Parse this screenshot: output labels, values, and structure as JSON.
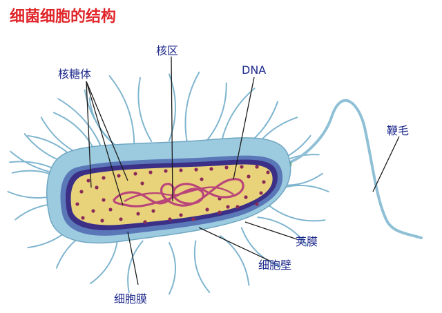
{
  "title": "细菌细胞的结构",
  "labels": {
    "ribosome": "核糖体",
    "nucleoid": "核区",
    "dna": "DNA",
    "flagellum": "鞭毛",
    "capsule": "荚膜",
    "cell_wall": "细胞壁",
    "cell_membrane": "细胞膜"
  },
  "colors": {
    "title": "#e0262b",
    "label": "#1f2a8c",
    "capsule": "#9ccbe0",
    "cell_wall": "#5a78b8",
    "cell_membrane": "#3b2f86",
    "cytoplasm": "#e9d37a",
    "ribosome": "#8a2a58",
    "dna": "#b9467a",
    "pili": "#7fb5cf"
  }
}
